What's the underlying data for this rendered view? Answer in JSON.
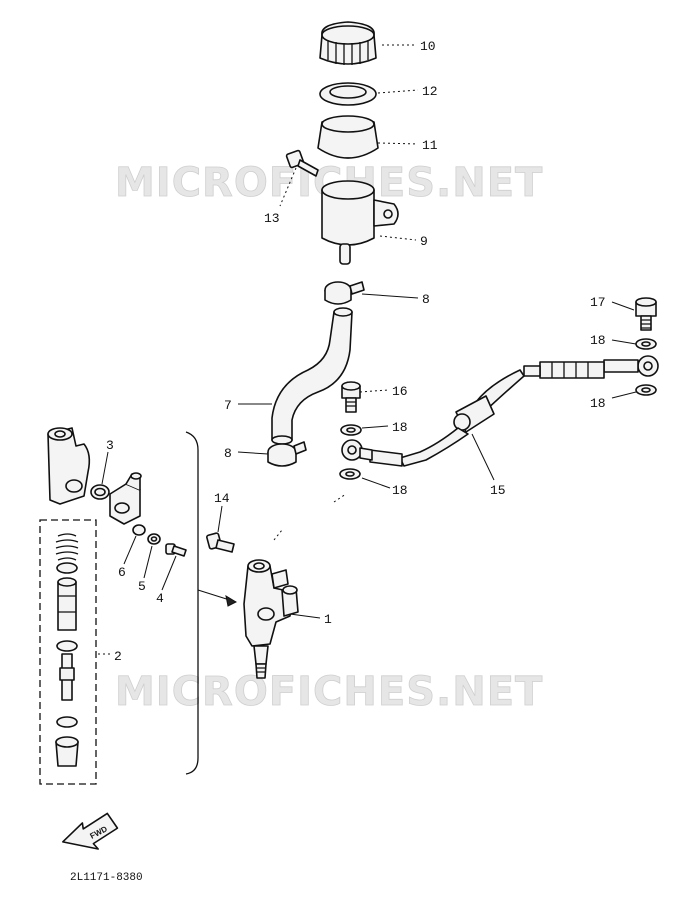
{
  "watermark": "MICROFICHES.NET",
  "drawing_code": "2L1171-8380",
  "direction_label": "FWD",
  "callouts": {
    "c1": "1",
    "c2": "2",
    "c3": "3",
    "c4": "4",
    "c5": "5",
    "c6": "6",
    "c7": "7",
    "c8a": "8",
    "c8b": "8",
    "c9": "9",
    "c10": "10",
    "c11": "11",
    "c12": "12",
    "c13": "13",
    "c14": "14",
    "c15": "15",
    "c16": "16",
    "c17": "17",
    "c18a": "18",
    "c18b": "18",
    "c18c": "18",
    "c18d": "18"
  }
}
